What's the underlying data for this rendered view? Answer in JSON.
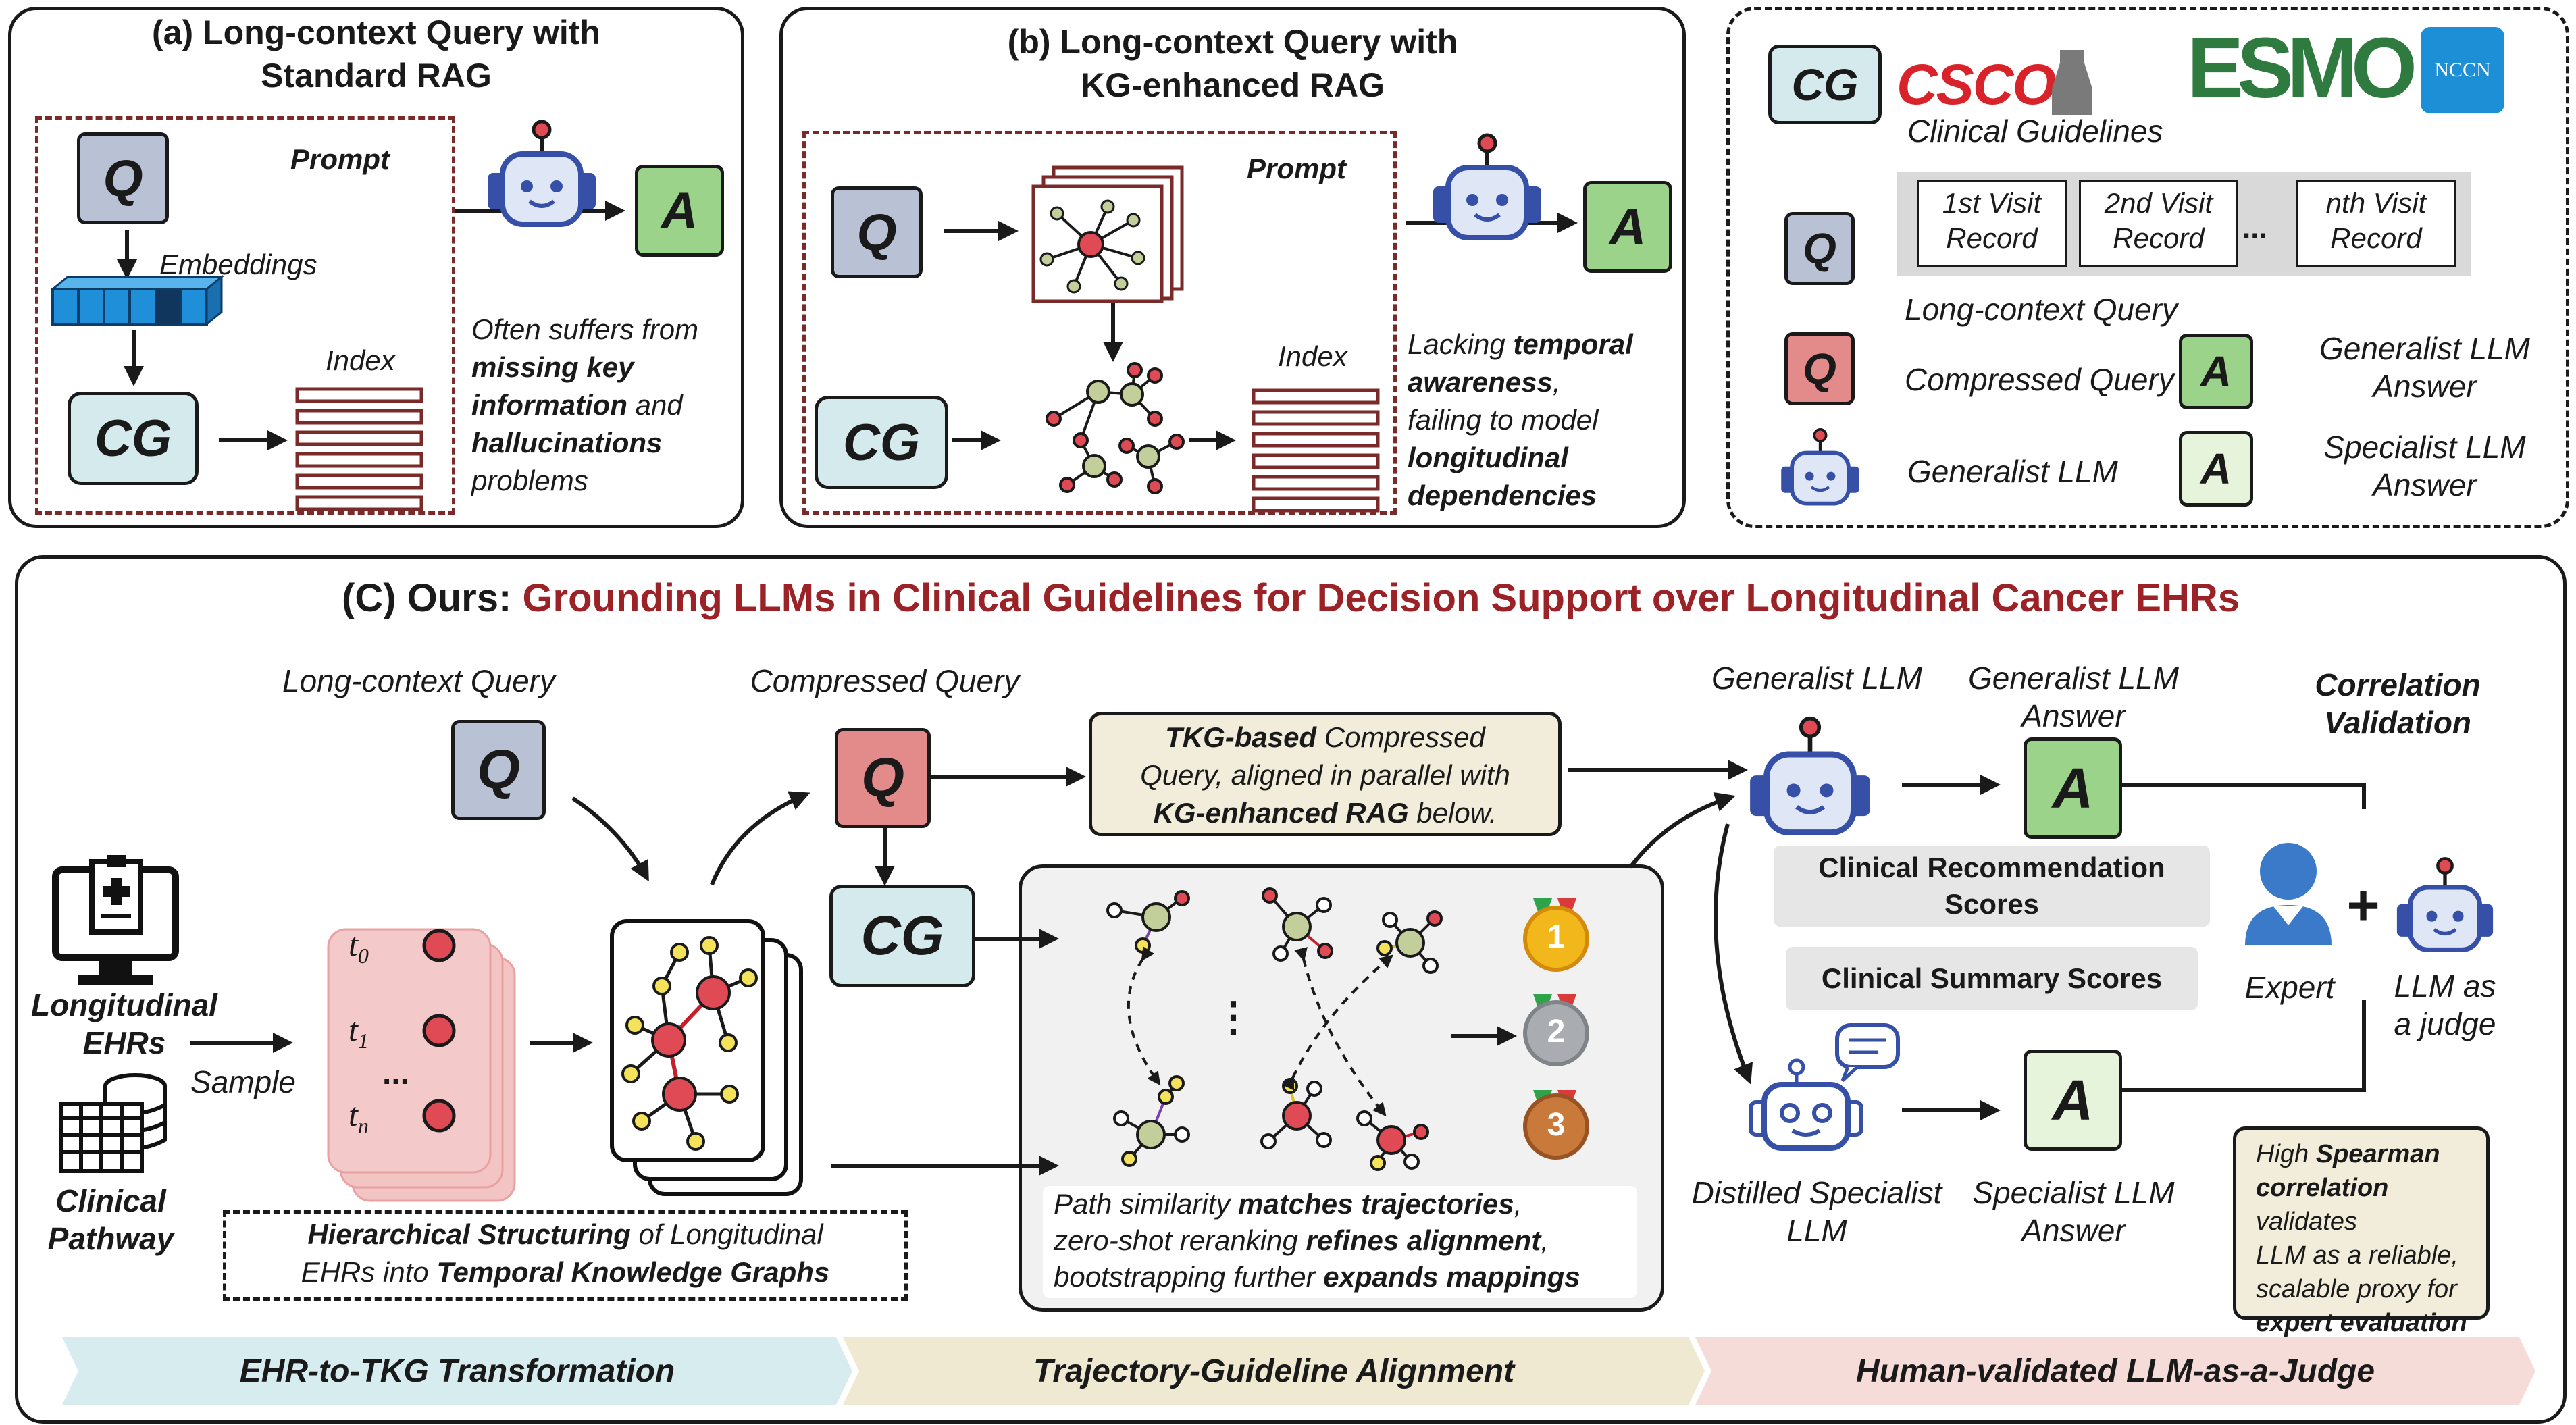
{
  "panel_a": {
    "title_line1": "(a) Long-context Query with",
    "title_line2": "Standard RAG",
    "prompt": "Prompt",
    "q": "Q",
    "embeddings": "Embeddings",
    "cg": "CG",
    "index": "Index",
    "a": "A",
    "note": [
      "Often suffers from",
      "missing key",
      "information",
      " and",
      "hallucinations",
      "problems"
    ]
  },
  "panel_b": {
    "title_line1": "(b) Long-context Query with",
    "title_line2": "KG-enhanced RAG",
    "prompt": "Prompt",
    "q": "Q",
    "cg": "CG",
    "index": "Index",
    "a": "A",
    "note": [
      "Lacking ",
      "temporal",
      "awareness",
      ",",
      "failing to model",
      "longitudinal",
      "dependencies"
    ]
  },
  "legend": {
    "cg": "CG",
    "logos": [
      "CSCO",
      "ESMO",
      "NCCN"
    ],
    "clinical_guidelines": "Clinical Guidelines",
    "q": "Q",
    "visits": [
      [
        "1st Visit",
        "Record"
      ],
      [
        "2nd Visit",
        "Record"
      ],
      [
        "nth Visit",
        "Record"
      ]
    ],
    "ellipsis": "...",
    "long_context_query": "Long-context Query",
    "compressed_query": "Compressed Query",
    "generalist_llm": "Generalist LLM",
    "a": "A",
    "generalist_answer": [
      "Generalist LLM",
      "Answer"
    ],
    "specialist_answer": [
      "Specialist LLM",
      "Answer"
    ]
  },
  "panel_c": {
    "title_prefix": "(C) Ours: ",
    "title_main": "Grounding LLMs in Clinical Guidelines for Decision Support over Longitudinal Cancer EHRs",
    "long_context_query": "Long-context Query",
    "compressed_query": "Compressed Query",
    "q": "Q",
    "cg": "CG",
    "longitudinal_ehrs": [
      "Longitudinal",
      "EHRs"
    ],
    "clinical_pathway": [
      "Clinical",
      "Pathway"
    ],
    "sample": "Sample",
    "t_labels": [
      "t",
      "0",
      "t",
      "1",
      "...",
      "t",
      "n"
    ],
    "structuring": [
      "Hierarchical Structuring",
      " of Longitudinal",
      "EHRs into ",
      "Temporal Knowledge Graphs"
    ],
    "tkg_note": [
      "TKG-based",
      " Compressed",
      "Query, aligned  in parallel with",
      "KG-enhanced RAG",
      " below."
    ],
    "vdots": "⋮",
    "path_note": [
      "Path similarity ",
      "matches trajectories",
      ",",
      "zero-shot reranking ",
      "refines alignment",
      ",",
      "bootstrapping further ",
      "expands mappings"
    ],
    "medals": [
      "1",
      "2",
      "3"
    ],
    "generalist_llm": "Generalist LLM",
    "generalist_answer": [
      "Generalist LLM",
      "Answer"
    ],
    "a": "A",
    "rec_scores": [
      "Clinical Recommendation",
      "Scores"
    ],
    "summary_scores": "Clinical Summary Scores",
    "distilled": [
      "Distilled Specialist",
      "LLM"
    ],
    "specialist_answer": [
      "Specialist LLM",
      "Answer"
    ],
    "correlation": [
      "Correlation",
      "Validation"
    ],
    "expert": "Expert",
    "plus": "+",
    "llm_judge": [
      "LLM as",
      "a judge"
    ],
    "spearman": [
      "High ",
      "Spearman",
      "correlation",
      " validates",
      "LLM as a reliable,",
      "scalable proxy for",
      "expert evaluation"
    ],
    "stages": [
      "EHR-to-TKG Transformation",
      "Trajectory-Guideline Alignment",
      "Human-validated LLM-as-a-Judge"
    ]
  },
  "colors": {
    "accent_red": "#9b2226",
    "prompt_border": "#7b2a2a",
    "q_blue": "#b9c1d4",
    "q_red": "#e38a8a",
    "cg_teal": "#d4eaec",
    "answer_green": "#9bd38a",
    "answer_light": "#e6f4dc",
    "card_pink": "#f2c4c4",
    "node_red": "#e04a55",
    "node_yellow": "#f4e25a",
    "node_olive": "#c3cf9a",
    "robot_blue": "#3650a8",
    "stage_teal": "#d6ecee",
    "stage_cream": "#efe9d2",
    "stage_pink": "#f6dcd8"
  }
}
